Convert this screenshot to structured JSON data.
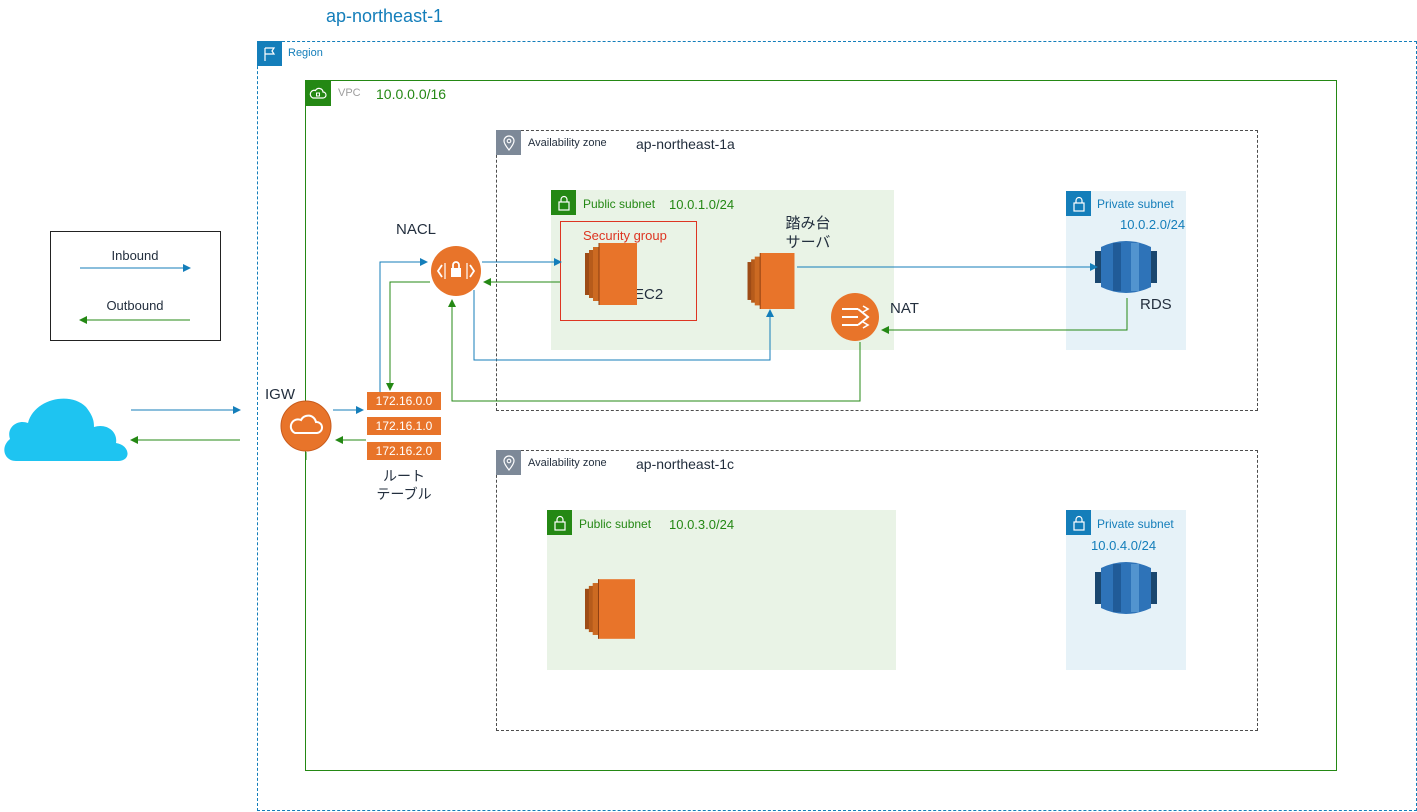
{
  "region": {
    "name": "ap-northeast-1",
    "label": "Region",
    "vpc": {
      "label": "VPC",
      "cidr": "10.0.0.0/16",
      "availability_zones": [
        {
          "label": "Availability zone",
          "name": "ap-northeast-1a",
          "public_subnet": {
            "label": "Public subnet",
            "cidr": "10.0.1.0/24",
            "security_group_label": "Security group",
            "ec2_label": "EC2",
            "bastion_label_line1": "踏み台",
            "bastion_label_line2": "サーバ",
            "nat_label": "NAT"
          },
          "private_subnet": {
            "label": "Private subnet",
            "cidr": "10.0.2.0/24",
            "rds_label": "RDS"
          }
        },
        {
          "label": "Availability zone",
          "name": "ap-northeast-1c",
          "public_subnet": {
            "label": "Public subnet",
            "cidr": "10.0.3.0/24"
          },
          "private_subnet": {
            "label": "Private subnet",
            "cidr": "10.0.4.0/24"
          }
        }
      ]
    }
  },
  "nacl_label": "NACL",
  "igw_label": "IGW",
  "route_table": {
    "entries": [
      "172.16.0.0",
      "172.16.1.0",
      "172.16.2.0"
    ],
    "label_line1": "ルート",
    "label_line2": "テーブル"
  },
  "legend": {
    "inbound": "Inbound",
    "outbound": "Outbound"
  },
  "colors": {
    "inbound": "#147eba",
    "outbound": "#248814",
    "region": "#147eba",
    "vpc": "#248814",
    "security_group": "#dd3522",
    "aws_orange": "#e8742a",
    "rds_blue": "#2e73b8",
    "internet_cloud": "#1ec4f1"
  },
  "icons": [
    "region-flag-icon",
    "vpc-cloud-icon",
    "az-pin-icon",
    "subnet-lock-icon",
    "ec2-icon",
    "rds-icon",
    "nacl-icon",
    "nat-gateway-icon",
    "internet-gateway-icon",
    "internet-cloud-icon"
  ]
}
